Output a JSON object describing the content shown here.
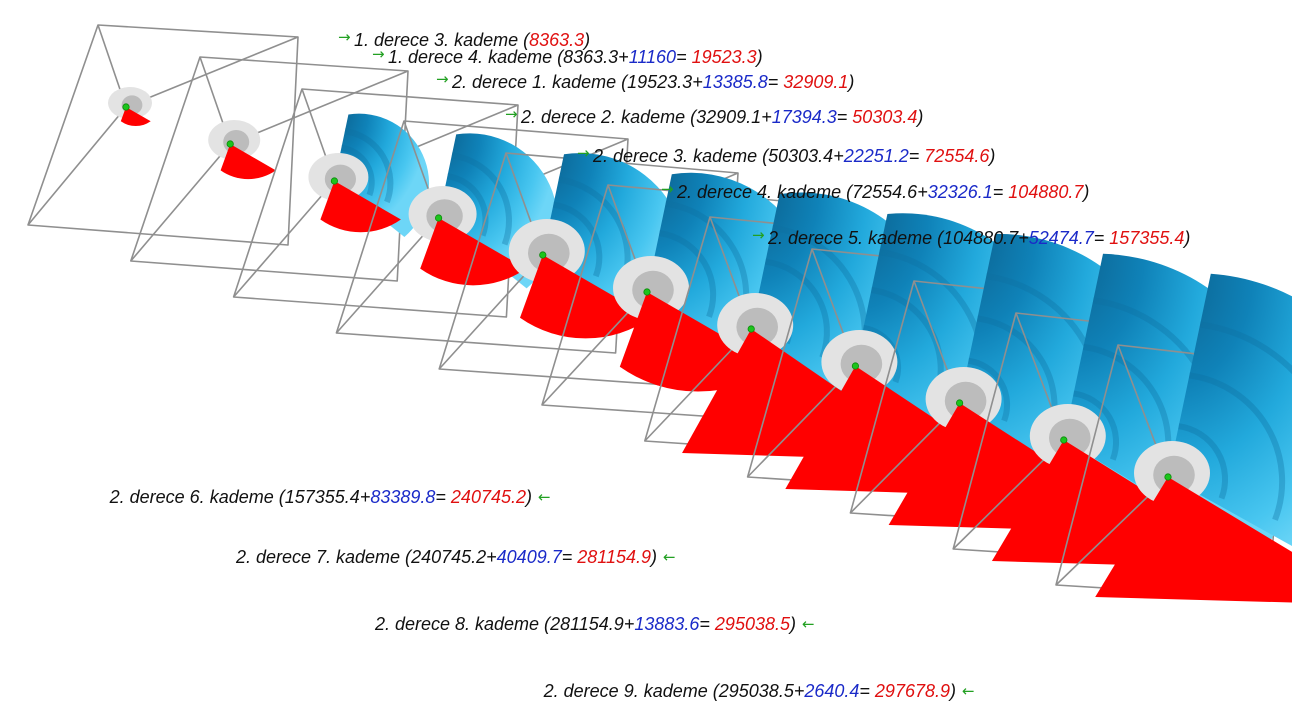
{
  "colors": {
    "background": "#ffffff",
    "text": "#111111",
    "previous_total_text": "#111111",
    "increment_text": "#1a2ac8",
    "new_total_text": "#e01010",
    "arrow": "#22a022",
    "plastic_zone_red": "#ff0000",
    "stress_blue_light": "#5fd3f5",
    "stress_blue_dark": "#0d6fa0",
    "core_gray": "#d0d0d0",
    "frame_line": "#8f8f8f",
    "node_green": "#1cc41c"
  },
  "icons": {
    "arrow_right": "→",
    "arrow_left": "←"
  },
  "stages": [
    {
      "degree": 1,
      "step": 3,
      "pre": "1. derece 3. kademe (",
      "value": "8363.3",
      "close": ")"
    },
    {
      "degree": 1,
      "step": 4,
      "pre": "1. derece 4. kademe (",
      "previous": "8363.3",
      "increment": "11160",
      "total": "19523.3",
      "close": ")"
    },
    {
      "degree": 2,
      "step": 1,
      "pre": "2. derece 1. kademe (",
      "previous": "19523.3",
      "increment": "13385.8",
      "total": "32909.1",
      "close": ")"
    },
    {
      "degree": 2,
      "step": 2,
      "pre": "2. derece 2. kademe (",
      "previous": "32909.1",
      "increment": "17394.3",
      "total": "50303.4",
      "close": ")"
    },
    {
      "degree": 2,
      "step": 3,
      "pre": "2. derece 3. kademe (",
      "previous": "50303.4",
      "increment": "22251.2",
      "total": "72554.6",
      "close": ")"
    },
    {
      "degree": 2,
      "step": 4,
      "pre": "2. derece 4. kademe (",
      "previous": "72554.6",
      "increment": "32326.1",
      "total": "104880.7",
      "close": ")"
    },
    {
      "degree": 2,
      "step": 5,
      "pre": "2. derece 5. kademe (",
      "previous": "104880.7",
      "increment": "52474.7",
      "total": "157355.4",
      "close": ")"
    },
    {
      "degree": 2,
      "step": 6,
      "pre": "2. derece 6. kademe (",
      "previous": "157355.4",
      "increment": "83389.8",
      "total": "240745.2",
      "close": ")"
    },
    {
      "degree": 2,
      "step": 7,
      "pre": "2. derece 7. kademe (",
      "previous": "240745.2",
      "increment": "40409.7",
      "total": "281154.9",
      "close": ")"
    },
    {
      "degree": 2,
      "step": 8,
      "pre": "2. derece 8. kademe (",
      "previous": "281154.9",
      "increment": "13883.6",
      "total": "295038.5",
      "close": ")"
    },
    {
      "degree": 2,
      "step": 9,
      "pre": "2. derece 9. kademe (",
      "previous": "295038.5",
      "increment": "2640.4",
      "total": "297678.9",
      "close": ")"
    }
  ],
  "plus_sign": "+",
  "equals_sign": "= "
}
